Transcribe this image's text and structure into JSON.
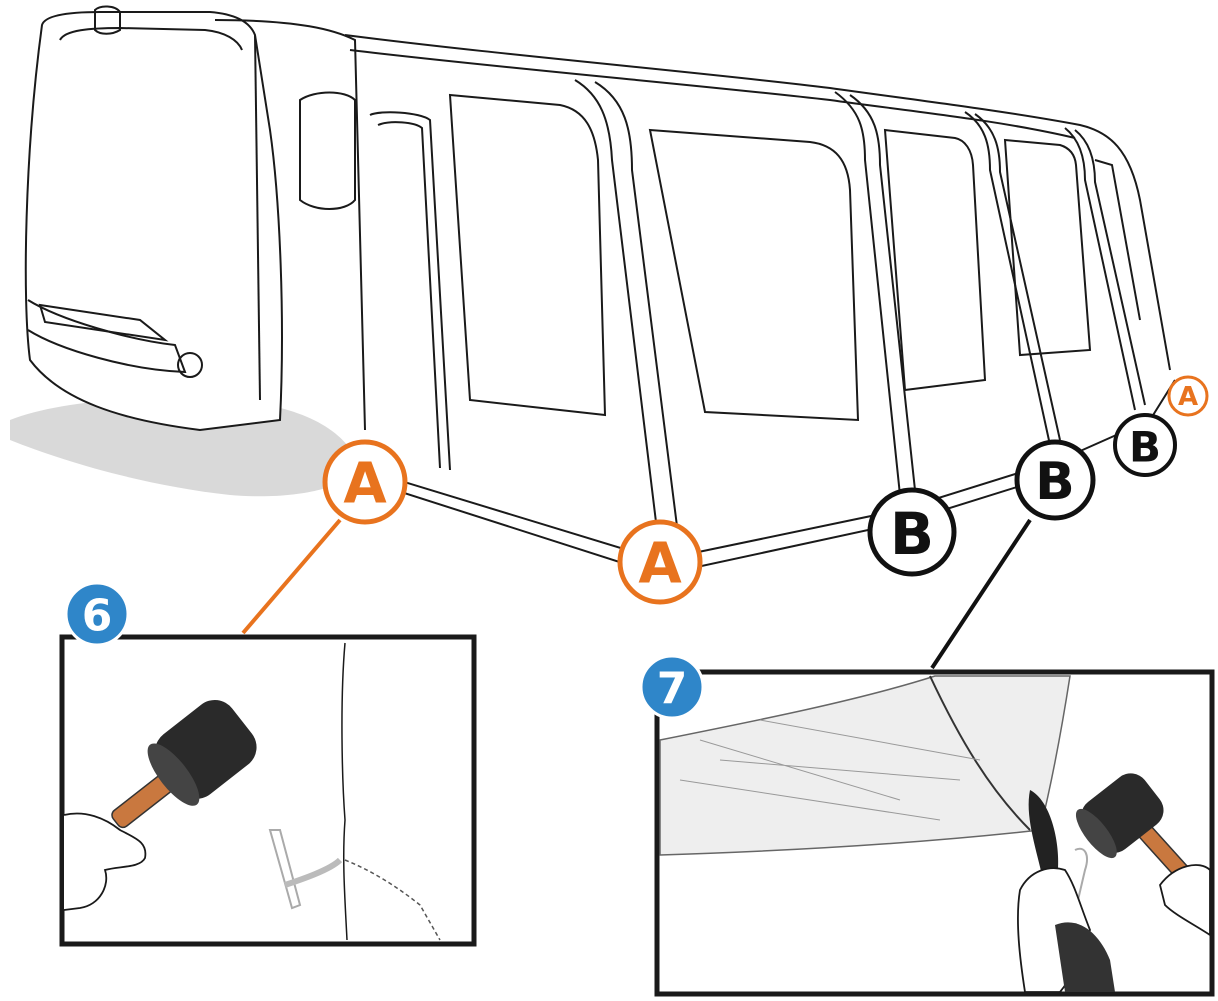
{
  "colors": {
    "orange": "#e8731e",
    "black": "#111111",
    "step_blue": "#2f86c9",
    "outline": "#1a1a1a",
    "shadow": "#d9d9d9",
    "mallet_head": "#2a2a2a",
    "mallet_handle": "#c9783f"
  },
  "markers": {
    "a_front_left": "A",
    "a_front_corner": "A",
    "a_rear_corner": "A",
    "b_side_1": "B",
    "b_side_2": "B",
    "b_side_3": "B"
  },
  "steps": {
    "step_6": {
      "number": "6",
      "target_marker": "A"
    },
    "step_7": {
      "number": "7",
      "target_marker": "B"
    }
  }
}
